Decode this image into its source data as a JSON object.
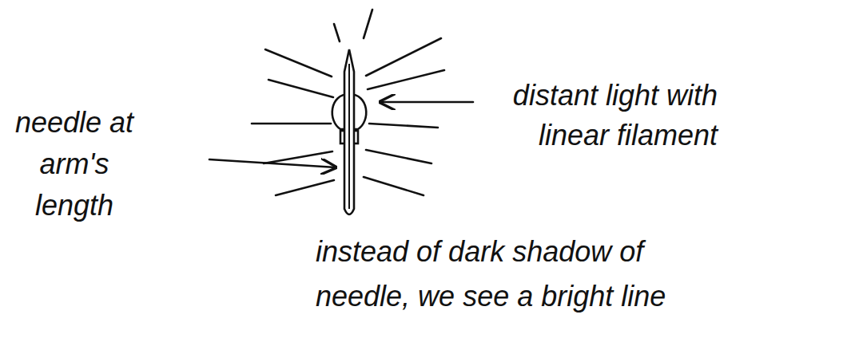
{
  "diagram": {
    "labels": [
      "needle at arm's length",
      "distant light with linear filament",
      "instead of dark shadow of needle, we see a bright line"
    ]
  }
}
